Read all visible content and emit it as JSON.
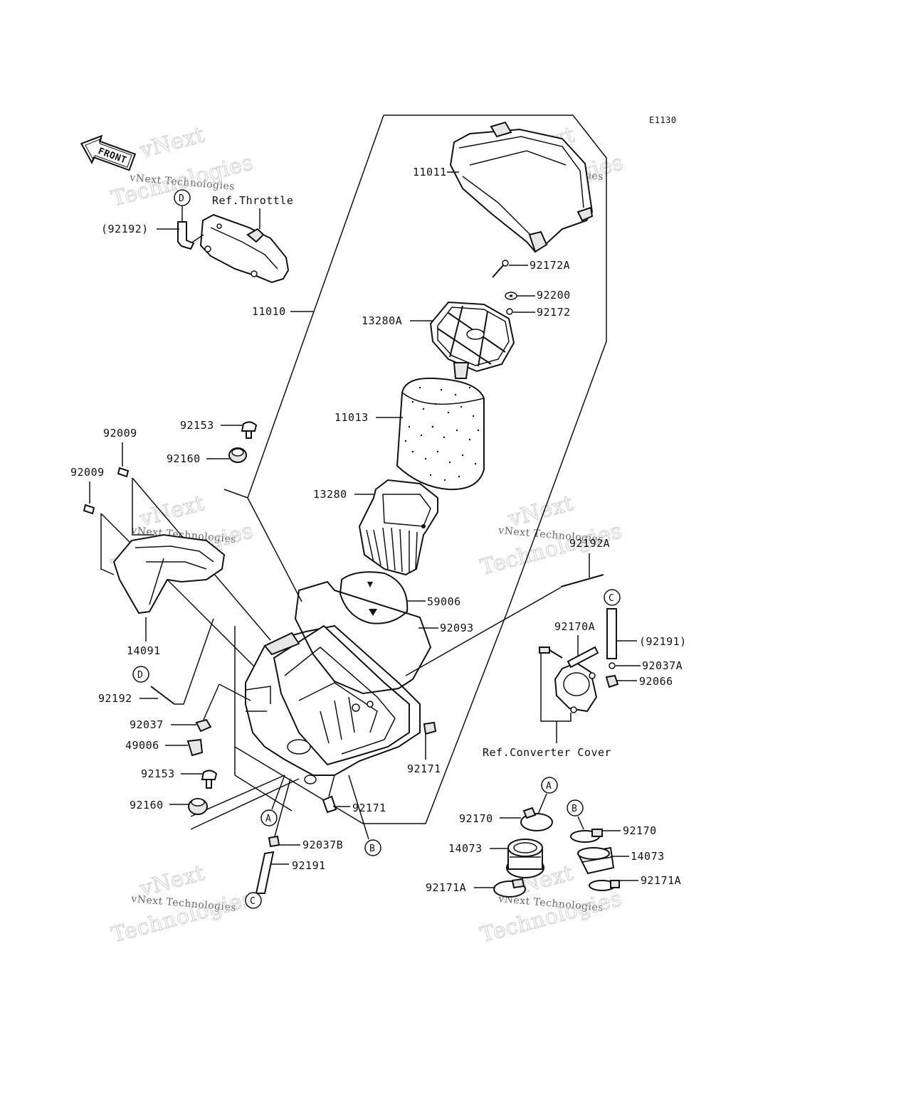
{
  "diagram_code": "E1130",
  "front_label": "FRONT",
  "watermark": {
    "line1": "vNext",
    "line2": "vNext Technologies",
    "line3": "Technologies"
  },
  "references": {
    "throttle": "Ref.Throttle",
    "converter_cover": "Ref.Converter Cover"
  },
  "callouts": [
    "A",
    "B",
    "C",
    "D"
  ],
  "parts": {
    "p11011": "11011",
    "p11010": "11010",
    "p92172A": "92172A",
    "p92200": "92200",
    "p92172": "92172",
    "p13280A": "13280A",
    "p11013": "11013",
    "p13280": "13280",
    "p92153_top": "92153",
    "p92160_top": "92160",
    "p92009_top": "92009",
    "p92009_mid": "92009",
    "p92192_ref": "(92192)",
    "p92192": "92192",
    "p14091": "14091",
    "p59006": "59006",
    "p92093": "92093",
    "p92192A": "92192A",
    "p92170A": "92170A",
    "p92191_ref": "(92191)",
    "p92037A": "92037A",
    "p92066": "92066",
    "p92037": "92037",
    "p49006": "49006",
    "p92153_bot": "92153",
    "p92160_bot": "92160",
    "p92171_right": "92171",
    "p92171_bot": "92171",
    "p92037B": "92037B",
    "p92191": "92191",
    "p92170_left": "92170",
    "p92170_right": "92170",
    "p14073_left": "14073",
    "p14073_right": "14073",
    "p92171A_left": "92171A",
    "p92171A_right": "92171A"
  }
}
